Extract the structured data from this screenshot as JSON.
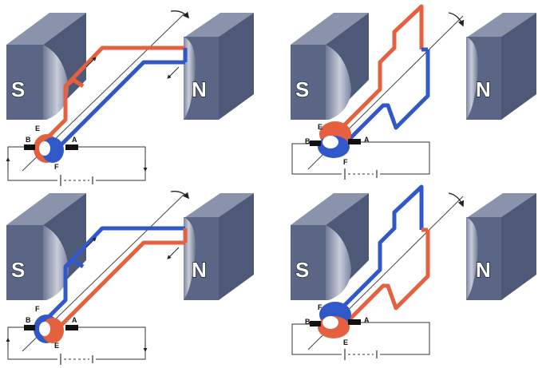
{
  "panels": [
    {
      "id": "top-left",
      "magnet_left_label": "S",
      "magnet_right_label": "N",
      "brush_left_label": "B",
      "brush_right_label": "A",
      "ring_top_label": "E",
      "ring_bottom_label": "F",
      "upper_wire_color": "#e4603f",
      "lower_wire_color": "#3158c8"
    },
    {
      "id": "top-right",
      "magnet_left_label": "S",
      "magnet_right_label": "N",
      "brush_left_label": "B",
      "brush_right_label": "A",
      "ring_top_label": "E",
      "ring_bottom_label": "F",
      "upper_wire_color": "#e4603f",
      "lower_wire_color": "#3158c8"
    },
    {
      "id": "bottom-left",
      "magnet_left_label": "S",
      "magnet_right_label": "N",
      "brush_left_label": "B",
      "brush_right_label": "A",
      "ring_top_label": "F",
      "ring_bottom_label": "E",
      "upper_wire_color": "#3158c8",
      "lower_wire_color": "#e4603f"
    },
    {
      "id": "bottom-right",
      "magnet_left_label": "S",
      "magnet_right_label": "N",
      "brush_left_label": "B",
      "brush_right_label": "A",
      "ring_top_label": "F",
      "ring_bottom_label": "E",
      "upper_wire_color": "#3158c8",
      "lower_wire_color": "#e4603f"
    }
  ],
  "colors": {
    "magnet_front": "#5b6585",
    "magnet_top": "#8a93ab",
    "magnet_face": "#aab0c2",
    "circuit_line": "#333333",
    "axle": "#444444"
  }
}
